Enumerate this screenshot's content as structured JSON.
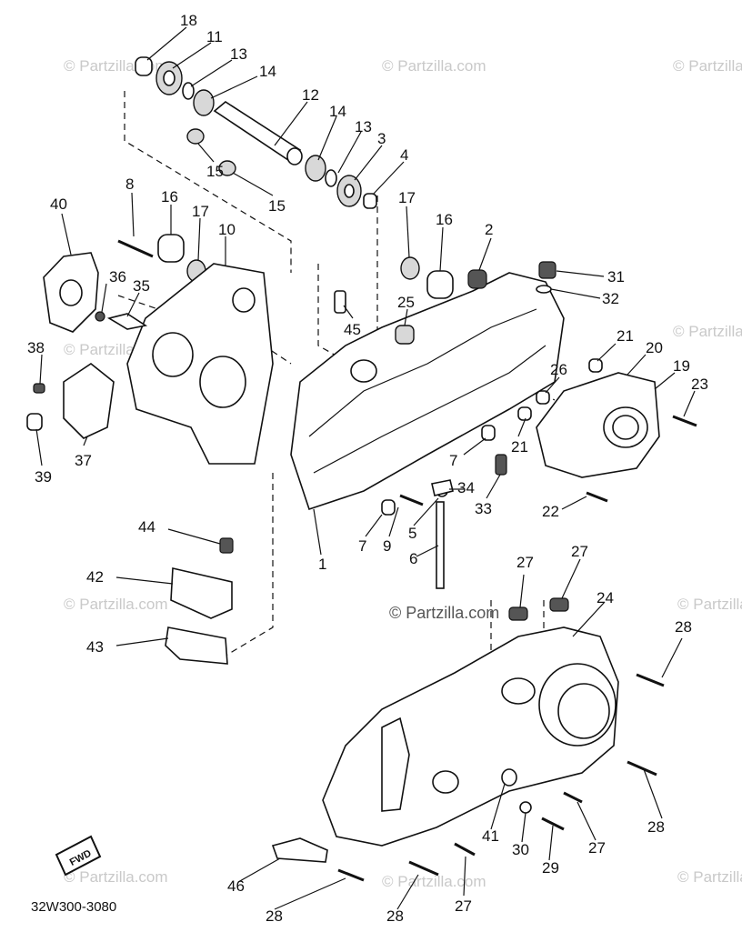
{
  "watermark": {
    "text": "© Partzilla.com"
  },
  "figure_code": "32W300-3080",
  "fwd_label": "FWD",
  "callouts": {
    "c18": "18",
    "c11": "11",
    "c13a": "13",
    "c14a": "14",
    "c12": "12",
    "c14b": "14",
    "c13b": "13",
    "c3": "3",
    "c4": "4",
    "c15a": "15",
    "c15b": "15",
    "c40": "40",
    "c8": "8",
    "c16a": "16",
    "c17a": "17",
    "c10": "10",
    "c17b": "17",
    "c16b": "16",
    "c2": "2",
    "c31": "31",
    "c32": "32",
    "c36": "36",
    "c35": "35",
    "c25": "25",
    "c45": "45",
    "c38": "38",
    "c21a": "21",
    "c20": "20",
    "c19": "19",
    "c23": "23",
    "c26": "26",
    "c21b": "21",
    "c7a": "7",
    "c34": "34",
    "c33": "33",
    "c22": "22",
    "c37": "37",
    "c39": "39",
    "c9": "9",
    "c5": "5",
    "c7b": "7",
    "c1": "1",
    "c6": "6",
    "c44": "44",
    "c42": "42",
    "c43": "43",
    "c27a": "27",
    "c27b": "27",
    "c24": "24",
    "c28a": "28",
    "c28b": "28",
    "c41": "41",
    "c30": "30",
    "c29": "29",
    "c27c": "27",
    "c46": "46",
    "c28c": "28",
    "c28d": "28",
    "c27d": "27"
  }
}
